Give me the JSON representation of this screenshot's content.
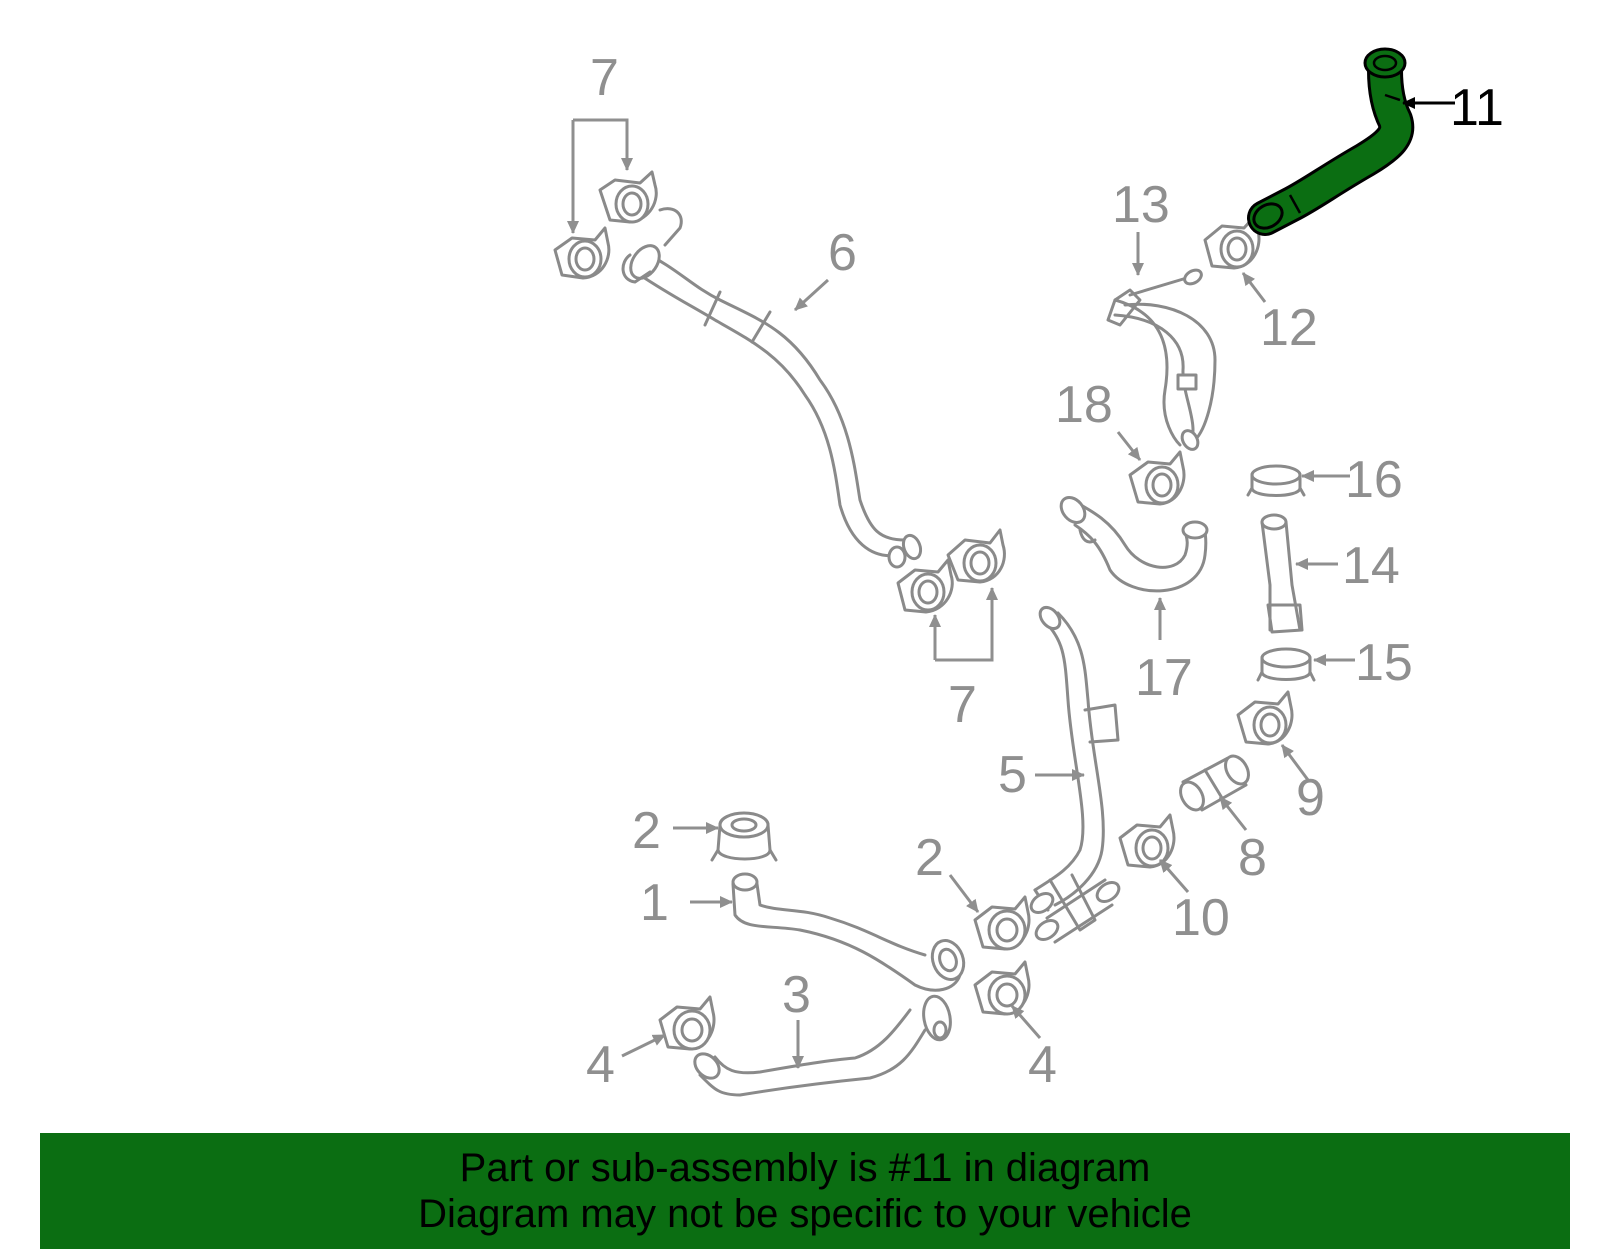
{
  "diagram": {
    "highlight_color": "#0b6e12",
    "callouts": [
      "1",
      "2",
      "2",
      "3",
      "4",
      "4",
      "5",
      "6",
      "7",
      "7",
      "8",
      "9",
      "10",
      "11",
      "12",
      "13",
      "14",
      "15",
      "16",
      "17",
      "18"
    ],
    "highlighted_part": "11"
  },
  "banner": {
    "background": "#0b6e12",
    "line1": "Part or sub-assembly is #11 in diagram",
    "line2": "Diagram may not be specific to your vehicle"
  }
}
